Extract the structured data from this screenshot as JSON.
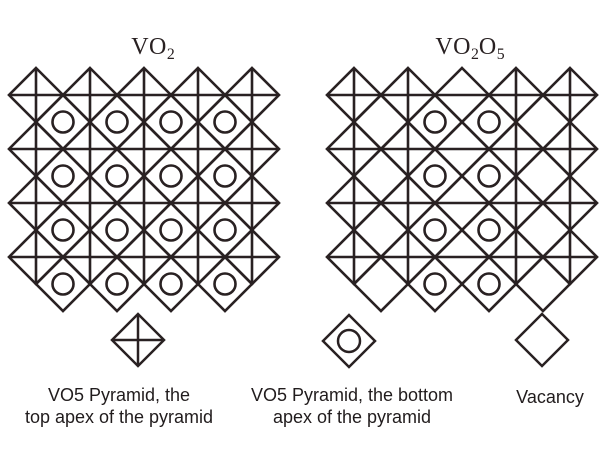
{
  "figure": {
    "ink_color": "#292122",
    "background": "#ffffff"
  },
  "diagrams": [
    {
      "name": "vo2",
      "title_segments": [
        {
          "text": "VO",
          "sub": false
        },
        {
          "text": "2",
          "sub": true
        }
      ],
      "lattice": {
        "up_rows": [
          [
            1,
            1,
            1,
            1,
            1
          ],
          [
            1,
            1,
            1,
            1,
            1
          ],
          [
            1,
            1,
            1,
            1,
            1
          ],
          [
            1,
            1,
            1,
            1,
            1
          ]
        ],
        "down_rows": [
          [
            1,
            1,
            1,
            1
          ],
          [
            1,
            1,
            1,
            1
          ],
          [
            1,
            1,
            1,
            1
          ],
          [
            1,
            1,
            1,
            1
          ]
        ]
      }
    },
    {
      "name": "vo2o5",
      "title_segments": [
        {
          "text": "VO",
          "sub": false
        },
        {
          "text": "2",
          "sub": true
        },
        {
          "text": "O",
          "sub": false
        },
        {
          "text": "5",
          "sub": true
        }
      ],
      "lattice": {
        "up_rows": [
          [
            1,
            1,
            0,
            1,
            1
          ],
          [
            1,
            1,
            0,
            1,
            1
          ],
          [
            1,
            1,
            0,
            1,
            1
          ],
          [
            1,
            1,
            0,
            1,
            1
          ]
        ],
        "down_rows": [
          [
            0,
            1,
            1,
            0
          ],
          [
            0,
            1,
            1,
            0
          ],
          [
            0,
            1,
            1,
            0
          ],
          [
            0,
            1,
            1,
            0
          ]
        ]
      }
    }
  ],
  "legend": {
    "items": [
      {
        "icon": "pyramid-up",
        "lines": [
          "VO5 Pyramid, the",
          "top apex of the pyramid"
        ]
      },
      {
        "icon": "pyramid-down",
        "lines": [
          "VO5 Pyramid, the bottom",
          "apex of the pyramid"
        ]
      },
      {
        "icon": "vacancy",
        "lines": [
          "Vacancy"
        ]
      }
    ]
  }
}
